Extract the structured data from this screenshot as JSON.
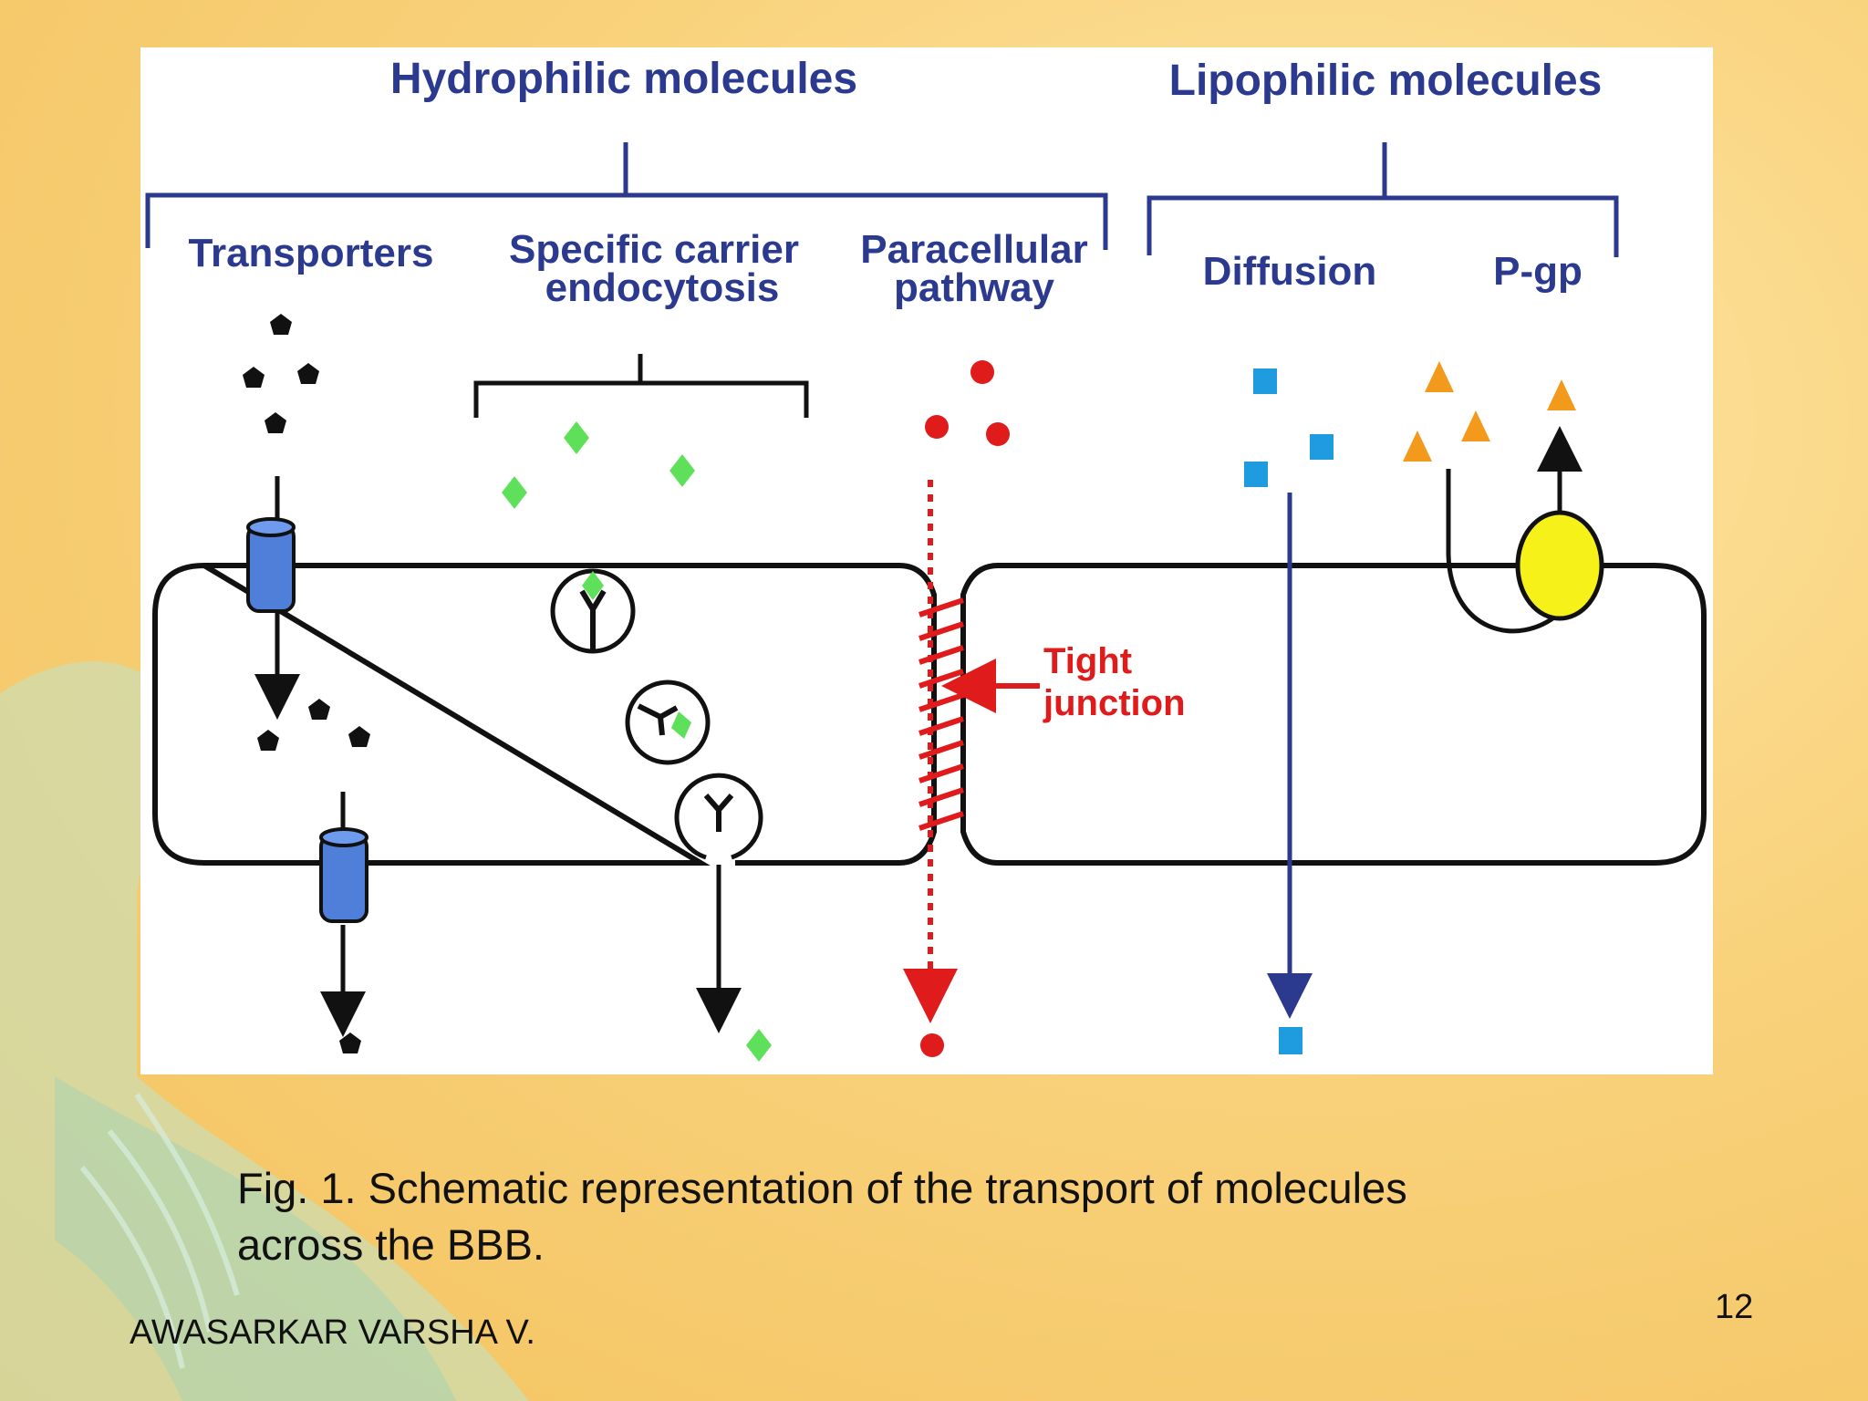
{
  "diagram": {
    "headers": {
      "hydrophilic": "Hydrophilic molecules",
      "lipophilic": "Lipophilic molecules"
    },
    "pathways": {
      "transporters": "Transporters",
      "carrier_line1": "Specific carrier",
      "carrier_line2": "endocytosis",
      "paracellular_line1": "Paracellular",
      "paracellular_line2": "pathway",
      "diffusion": "Diffusion",
      "pgp": "P-gp"
    },
    "tight_junction_line1": "Tight",
    "tight_junction_line2": "junction"
  },
  "caption": {
    "line1": "Fig. 1. Schematic representation of the transport of molecules",
    "line2": "across the BBB."
  },
  "author": "AWASARKAR VARSHA V.",
  "page_number": "12",
  "colors": {
    "header_blue": "#2b3a8f",
    "transporter_blue": "#4f7fd9",
    "diamond_green": "#5ee05a",
    "red": "#e01b1b",
    "square_blue": "#1f9be0",
    "triangle_orange": "#f39a1c",
    "pgp_yellow": "#f7f11a"
  }
}
